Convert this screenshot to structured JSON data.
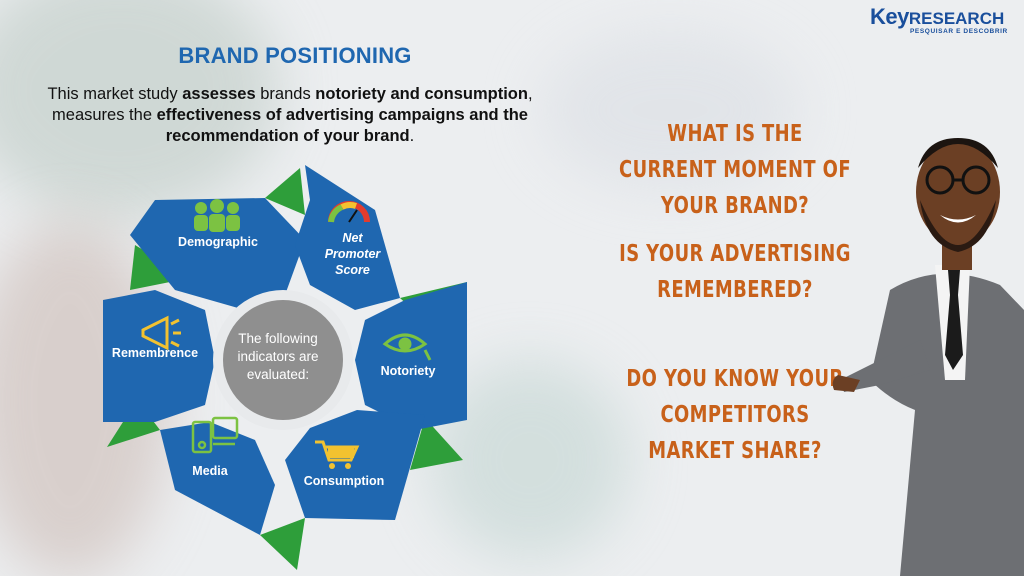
{
  "brand": {
    "logo_key": "Key",
    "logo_research": "RESEARCH",
    "logo_tagline": "PESQUISAR E DESCOBRIR"
  },
  "header": {
    "title": "BRAND POSITIONING"
  },
  "intro": {
    "part1": "This market study ",
    "part2": "assesses",
    "part3": " brands ",
    "part4": "notoriety and consumption",
    "part5": ", measures the ",
    "part6": "effectiveness of advertising campaigns and the recommendation of your brand",
    "part7": "."
  },
  "wheel": {
    "center_text": "The following indicators are evaluated:",
    "segments": [
      {
        "label": "Demographic",
        "icon": "people-icon"
      },
      {
        "label": "Net Promoter Score",
        "icon": "gauge-icon"
      },
      {
        "label": "Notoriety",
        "icon": "eye-icon"
      },
      {
        "label": "Consumption",
        "icon": "shopping-cart-icon"
      },
      {
        "label": "Media",
        "icon": "media-devices-icon"
      },
      {
        "label": "Remembrence",
        "icon": "megaphone-icon"
      }
    ],
    "colors": {
      "segment": "#1f67b0",
      "connector": "#2e9e3a",
      "center": "#8f8f8f",
      "icon": "#7cc242"
    }
  },
  "questions": {
    "q1": "WHAT IS THE CURRENT MOMENT OF YOUR BRAND?",
    "q2": "IS YOUR ADVERTISING REMEMBERED?",
    "q3": "DO YOU KNOW YOUR COMPETITORS MARKET SHARE?"
  },
  "colors": {
    "title": "#1f67b0",
    "questions": "#c8611a",
    "brand": "#1a4f9c"
  }
}
